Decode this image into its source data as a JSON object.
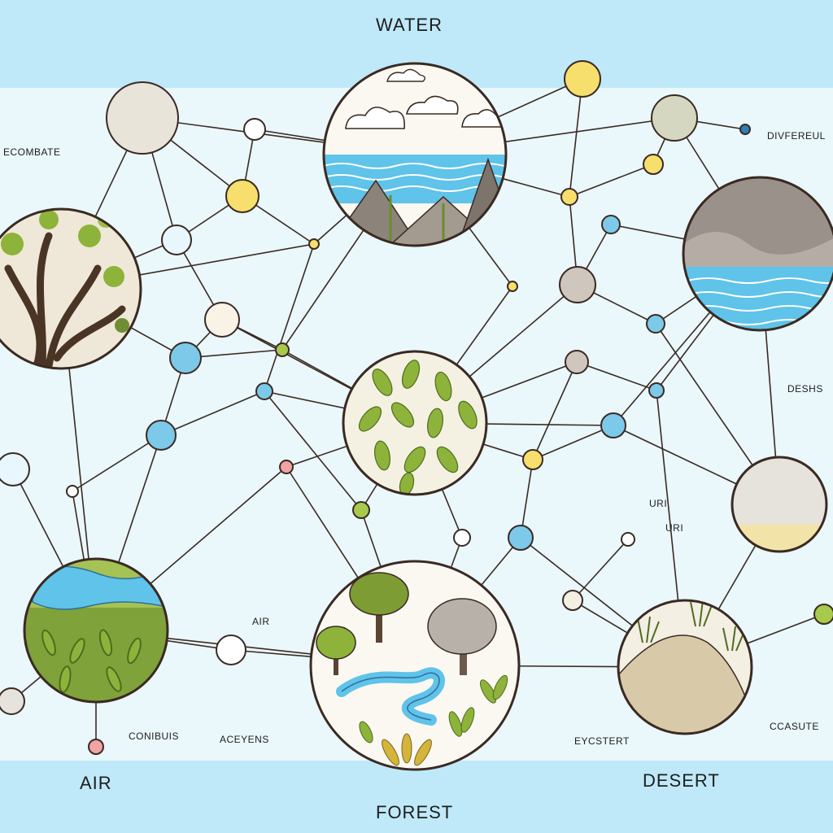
{
  "titles": {
    "water": "WATER",
    "air": "AIR",
    "forest": "FOREST",
    "desert": "DESERT"
  },
  "annotations": {
    "left_top": "ECOMBATE",
    "right_top": "DIVFEREUL",
    "right_mid": "DESHS",
    "uri_1": "URI",
    "uri_2": "URI",
    "air_small": "AIR",
    "conibuis": "CONIBUIS",
    "aceyens": "ACEYENS",
    "eycstert": "EYCSTERT",
    "ccasute": "CCASUTE"
  },
  "colors": {
    "band": "#bfe9f9",
    "background": "#eaf7fb",
    "water": "#5fc3ea",
    "foliage": "#8db33a",
    "sand": "#d8c9a8",
    "outline": "#3a2a22"
  }
}
